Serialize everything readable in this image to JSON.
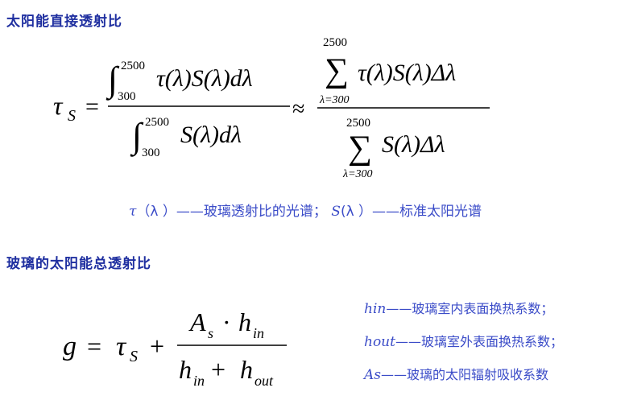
{
  "sections": [
    {
      "title": "太阳能直接透射比"
    },
    {
      "title": "玻璃的太阳能总透射比"
    }
  ],
  "formula1": {
    "lhs_symbol": "τ",
    "lhs_subscript": "S",
    "upper_limit": "2500",
    "lower_limit": "300",
    "sum_lower": "λ=300",
    "approx_sign": "≈",
    "equals_sign": "="
  },
  "formula1_note": {
    "tau_symbol": "τ",
    "tau_arg": "（λ ）",
    "tau_desc": "——玻璃透射比的光谱；",
    "s_symbol": "S",
    "s_arg": "(λ ）",
    "s_desc": "——标准太阳光谱"
  },
  "formula2": {
    "lhs": "g",
    "equals_sign": "=",
    "tau_symbol": "τ",
    "tau_subscript": "S",
    "plus_sign": "+",
    "numerator_symbol": "A",
    "numerator_sub": "s",
    "dot": "·",
    "h_symbol": "h",
    "sub_in": "in",
    "sub_out": "out"
  },
  "legend": [
    {
      "symbol": "hin",
      "desc": "——玻璃室内表面换热系数；"
    },
    {
      "symbol": "hout",
      "desc": "——玻璃室外表面换热系数；"
    },
    {
      "symbol": "As",
      "desc": "——玻璃的太阳辐射吸收系数"
    }
  ]
}
